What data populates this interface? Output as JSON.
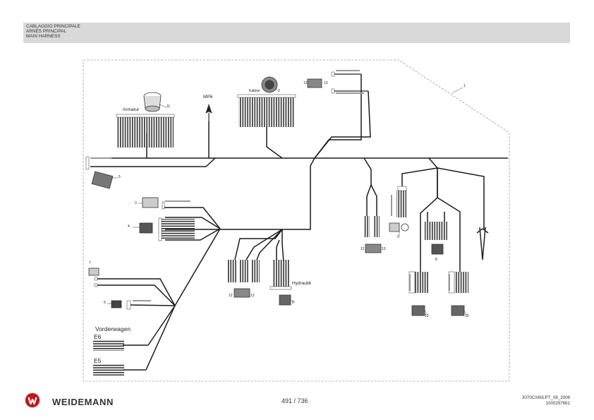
{
  "header": {
    "line1": "CABLAGGIO PRINCIPALE",
    "line2": "ARNÉS PRINCIPAL",
    "line3": "MAIN HARNESS"
  },
  "diagram": {
    "labels": {
      "armatur": "Armatur",
      "mp6": "MP6",
      "kabine": "Kabine",
      "hydraulik": "Hydraulik",
      "vorderwagen": "Vorderwagen",
      "e6": "E6",
      "e5": "E5"
    },
    "item_numbers": {
      "n1": "1",
      "n2": "2",
      "n3": "3",
      "n4": "4",
      "n5": "5",
      "n6a": "6",
      "n6b": "6",
      "n7": "7",
      "n8": "8",
      "n9": "9",
      "n10a": "10",
      "n10b": "10",
      "n11": "11",
      "n12a": "12",
      "n12b": "12",
      "n12c": "12",
      "n13a": "13",
      "n13b": "13",
      "n13c": "13"
    }
  },
  "footer": {
    "brand": "WEIDEMANN",
    "page": "491 / 736",
    "doc_code": "3070CX60LPT_06_2008",
    "doc_number": "1000297661"
  }
}
